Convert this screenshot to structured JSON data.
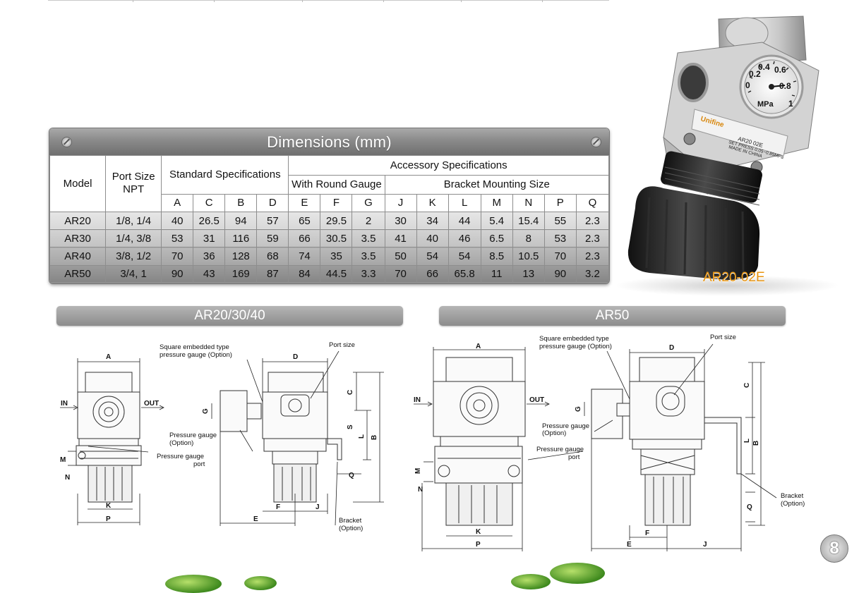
{
  "table": {
    "title": "Dimensions (mm)",
    "head": {
      "model": "Model",
      "port": "Port Size NPT",
      "standard": "Standard Specifications",
      "accessory": "Accessory Specifications",
      "gauge": "With Round Gauge",
      "bracket": "Bracket Mounting Size",
      "cols": [
        "A",
        "C",
        "B",
        "D",
        "E",
        "F",
        "G",
        "J",
        "K",
        "L",
        "M",
        "N",
        "P",
        "Q"
      ]
    },
    "rows": [
      [
        "AR20",
        "1/8, 1/4",
        "40",
        "26.5",
        "94",
        "57",
        "65",
        "29.5",
        "2",
        "30",
        "34",
        "44",
        "5.4",
        "15.4",
        "55",
        "2.3"
      ],
      [
        "AR30",
        "1/4, 3/8",
        "53",
        "31",
        "116",
        "59",
        "66",
        "30.5",
        "3.5",
        "41",
        "40",
        "46",
        "6.5",
        "8",
        "53",
        "2.3"
      ],
      [
        "AR40",
        "3/8, 1/2",
        "70",
        "36",
        "128",
        "68",
        "74",
        "35",
        "3.5",
        "50",
        "54",
        "54",
        "8.5",
        "10.5",
        "70",
        "2.3"
      ],
      [
        "AR50",
        "3/4, 1",
        "90",
        "43",
        "169",
        "87",
        "84",
        "44.5",
        "3.3",
        "70",
        "66",
        "65.8",
        "11",
        "13",
        "90",
        "3.2"
      ]
    ]
  },
  "product": {
    "label": "AR20-02E",
    "gauge_ticks": [
      "0",
      "0.2",
      "0.4",
      "0.6",
      "0.8",
      "1"
    ],
    "gauge_unit": "MPa",
    "brand": "Unifine",
    "body_text": [
      "AR20 02E",
      "SET PRESS 0.05~0.85MPa",
      "MADE IN CHINA"
    ]
  },
  "sections": {
    "left_title": "AR20/30/40",
    "right_title": "AR50"
  },
  "left_drawing": {
    "A": "A",
    "IN": "IN",
    "OUT": "OUT",
    "M": "M",
    "N": "N",
    "K": "K",
    "P": "P",
    "square_gauge_1": "Square embedded type",
    "square_gauge_2": "pressure gauge (Option)",
    "port_size": "Port size",
    "D": "D",
    "C": "C",
    "S": "S",
    "L": "L",
    "B": "B",
    "G": "G",
    "Q": "Q",
    "F": "F",
    "J": "J",
    "E": "E",
    "pg_opt_1": "Pressure gauge",
    "pg_opt_2": "(Option)",
    "pg_port_1": "Pressure gauge",
    "pg_port_2": "port",
    "bracket_1": "Bracket",
    "bracket_2": "(Option)"
  },
  "right_drawing": {
    "A": "A",
    "IN": "IN",
    "OUT": "OUT",
    "M": "M",
    "N": "N",
    "K": "K",
    "P": "P",
    "square_gauge_1": "Square embedded type",
    "square_gauge_2": "pressure gauge (Option)",
    "port_size": "Port size",
    "D": "D",
    "C": "C",
    "L": "L",
    "B": "B",
    "G": "G",
    "Q": "Q",
    "F": "F",
    "J": "J",
    "E": "E",
    "pg_opt_1": "Pressure gauge",
    "pg_opt_2": "(Option)",
    "pg_port_1": "Pressure gauge",
    "pg_port_2": "port",
    "bracket_1": "Bracket",
    "bracket_2": "(Option)"
  },
  "page_number": "8",
  "colors": {
    "accent": "#e8940f",
    "bar": "#9b9b9b"
  }
}
